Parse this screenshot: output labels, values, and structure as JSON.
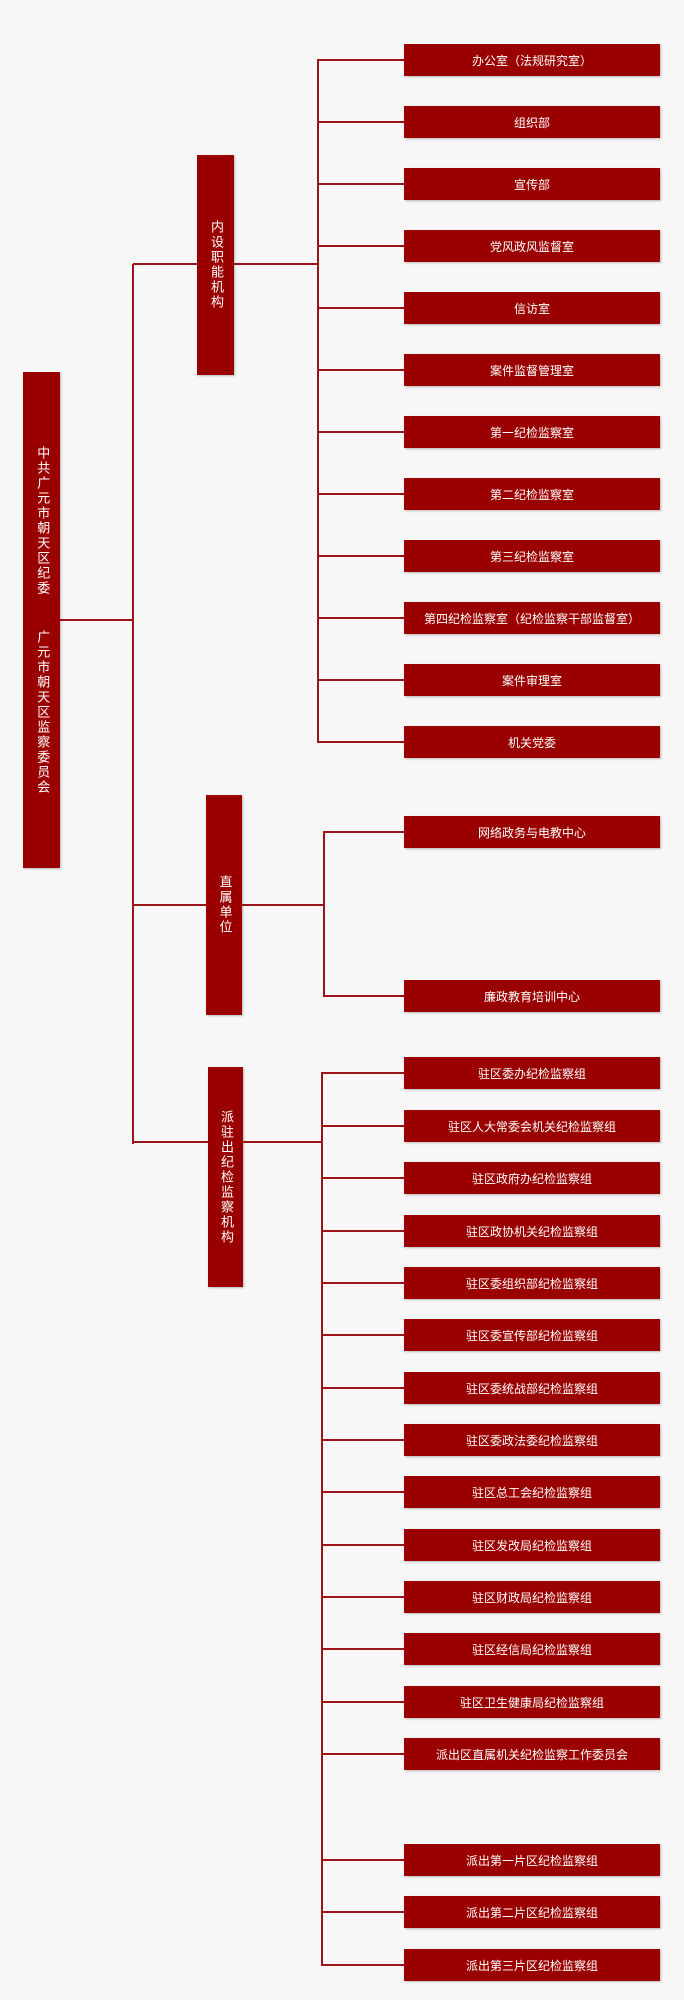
{
  "root": {
    "label": "中共广元市朝天区纪委  广元市朝天区监察委员会"
  },
  "groups": [
    {
      "label": "内设职能机构",
      "items": [
        "办公室（法规研究室）",
        "组织部",
        "宣传部",
        "党风政风监督室",
        "信访室",
        "案件监督管理室",
        "第一纪检监察室",
        "第二纪检监察室",
        "第三纪检监察室",
        "第四纪检监察室（纪检监察干部监督室）",
        "案件审理室",
        "机关党委"
      ]
    },
    {
      "label": "直属单位",
      "items": [
        "网络政务与电教中心",
        "廉政教育培训中心"
      ]
    },
    {
      "label": "派驻出纪检监察机构",
      "items": [
        "驻区委办纪检监察组",
        "驻区人大常委会机关纪检监察组",
        "驻区政府办纪检监察组",
        "驻区政协机关纪检监察组",
        "驻区委组织部纪检监察组",
        "驻区委宣传部纪检监察组",
        "驻区委统战部纪检监察组",
        "驻区委政法委纪检监察组",
        "驻区总工会纪检监察组",
        "驻区发改局纪检监察组",
        "驻区财政局纪检监察组",
        "驻区经信局纪检监察组",
        "驻区卫生健康局纪检监察组",
        "派出区直属机关纪检监察工作委员会",
        "派出第一片区纪检监察组",
        "派出第二片区纪检监察组",
        "派出第三片区纪检监察组"
      ]
    }
  ],
  "colors": {
    "box": "#9a0000",
    "line": "#9a1418",
    "text": "#ffffff",
    "background": "#f7f7f7"
  }
}
